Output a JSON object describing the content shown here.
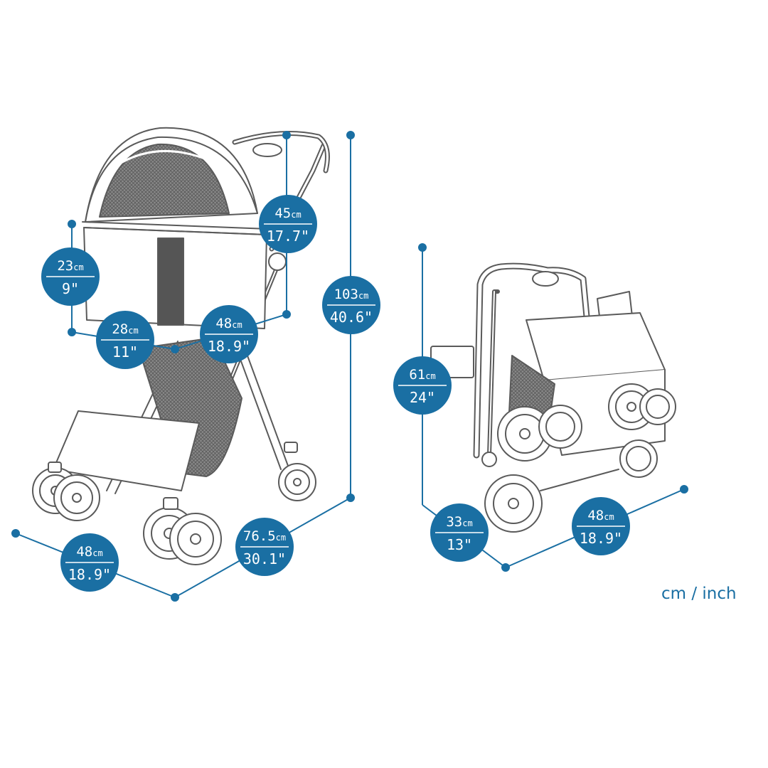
{
  "colors": {
    "accent": "#1a6fa3",
    "outline": "#5a5a5a",
    "mesh": "#777777"
  },
  "legend": "cm / inch",
  "dimensions": {
    "canopy_depth": {
      "cm": "45",
      "unit": "cm",
      "inch": "17.7\""
    },
    "basket_height": {
      "cm": "23",
      "unit": "cm",
      "inch": "9\""
    },
    "basket_width": {
      "cm": "28",
      "unit": "cm",
      "inch": "11\""
    },
    "basket_length": {
      "cm": "48",
      "unit": "cm",
      "inch": "18.9\""
    },
    "total_height": {
      "cm": "103",
      "unit": "cm",
      "inch": "40.6\""
    },
    "base_width": {
      "cm": "48",
      "unit": "cm",
      "inch": "18.9\""
    },
    "base_length": {
      "cm": "76.5",
      "unit": "cm",
      "inch": "30.1\""
    },
    "folded_height": {
      "cm": "61",
      "unit": "cm",
      "inch": "24\""
    },
    "folded_depth": {
      "cm": "33",
      "unit": "cm",
      "inch": "13\""
    },
    "folded_width": {
      "cm": "48",
      "unit": "cm",
      "inch": "18.9\""
    }
  }
}
